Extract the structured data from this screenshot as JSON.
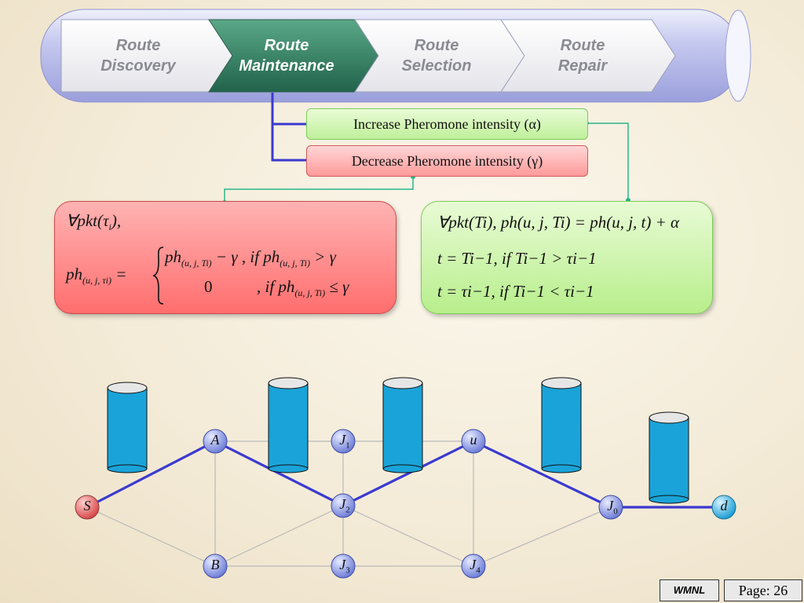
{
  "steps": [
    {
      "line1": "Route",
      "line2": "Discovery",
      "active": false
    },
    {
      "line1": "Route",
      "line2": "Maintenance",
      "active": true
    },
    {
      "line1": "Route",
      "line2": "Selection",
      "active": false
    },
    {
      "line1": "Route",
      "line2": "Repair",
      "active": false
    }
  ],
  "actions": {
    "increase": "Increase Pheromone intensity (α)",
    "decrease": "Decrease Pheromone intensity (γ)"
  },
  "formulas": {
    "red_line1": "∀pkt(τ",
    "red_line1_sub": "i",
    "red_line1_tail": "),",
    "red_lhs": "ph",
    "red_lhs_sub": "(u, j, τi)",
    "red_case1_a": "ph",
    "red_case1_sub": "(u, j, Ti)",
    "red_case1_b": " − γ , if  ph",
    "red_case1_c": " > γ",
    "red_case2_a": "0",
    "red_case2_b": ", if  ph",
    "red_case2_c": " ≤ γ",
    "green_line1": "∀pkt(Ti), ph(u, j, Ti) = ph(u, j, t) + α",
    "green_line2": "t = Ti−1, if Ti−1 > τi−1",
    "green_line3": "t = τi−1, if Ti−1 < τi−1"
  },
  "nodes": {
    "S": "S",
    "A": "A",
    "B": "B",
    "J1": "J",
    "J1_sub": "1",
    "J2": "J",
    "J2_sub": "2",
    "J3": "J",
    "J3_sub": "3",
    "J4": "J",
    "J4_sub": "4",
    "J0": "J",
    "J0_sub": "0",
    "u": "u",
    "d": "d"
  },
  "footer": {
    "brand": "WMNL",
    "page": "Page: 26"
  },
  "colors": {
    "route": "#3a3acf",
    "active_step": "#2f7a5e",
    "cylinder": "#1aa3d8",
    "source_node": "#e06060",
    "dest_node": "#35b7e6"
  }
}
